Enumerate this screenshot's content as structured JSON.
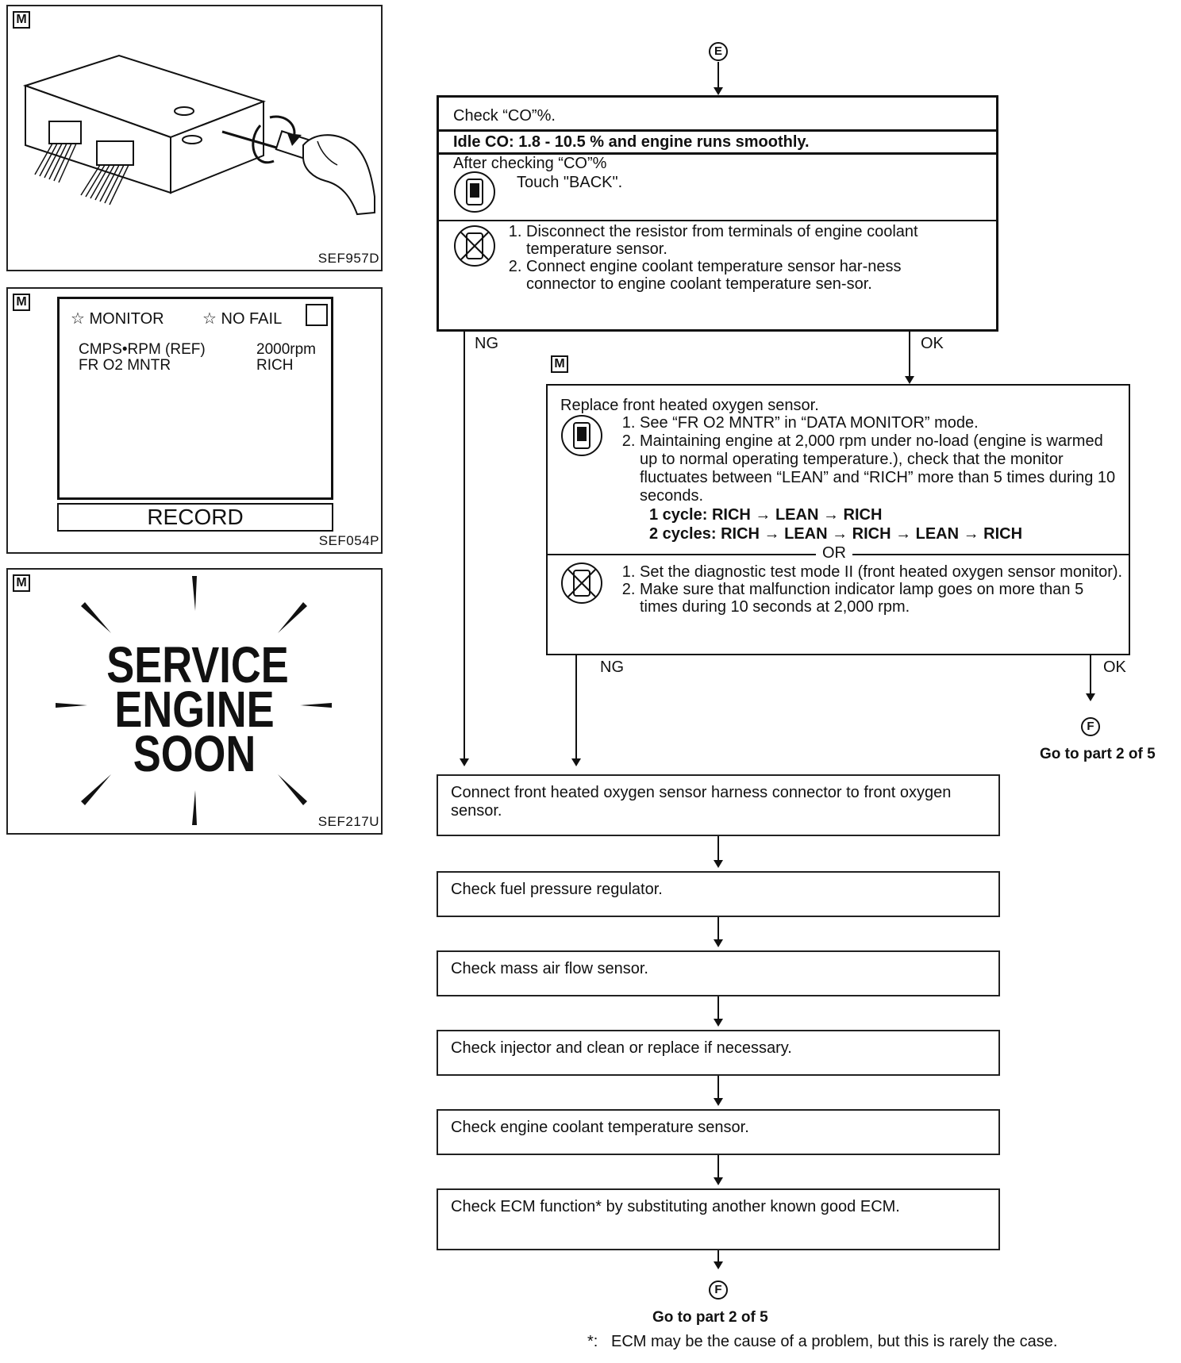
{
  "figures": {
    "fig1": {
      "badge": "M",
      "id": "SEF957D"
    },
    "fig2": {
      "badge": "M",
      "id": "SEF054P",
      "monitor_label": "MONITOR",
      "no_fail_label": "NO FAIL",
      "rows": [
        {
          "name": "CMPS•RPM (REF)",
          "value": "2000rpm"
        },
        {
          "name": "FR O2 MNTR",
          "value": "RICH"
        }
      ],
      "record_button": "RECORD"
    },
    "fig3": {
      "badge": "M",
      "id": "SEF217U",
      "lines": [
        "SERVICE",
        "ENGINE",
        "SOON"
      ]
    }
  },
  "flow": {
    "start_connector": "E",
    "step1": {
      "title": "Check “CO”%.",
      "spec": "Idle CO: 1.8 - 10.5 % and engine runs smoothly.",
      "after_check": "After checking “CO”%",
      "touch_back": "Touch \"BACK\".",
      "no_tool_steps": [
        "Disconnect the resistor from terminals of engine coolant temperature sensor.",
        "Connect engine coolant temperature sensor har-ness connector to engine coolant temperature sen-sor."
      ],
      "ng_label": "NG",
      "ok_label": "OK"
    },
    "step2": {
      "badge": "M",
      "title": "Replace front heated oxygen sensor.",
      "tool_steps": [
        "See “FR O2 MNTR” in “DATA MONITOR” mode.",
        "Maintaining engine at 2,000 rpm under no-load (engine is warmed up to normal operating temperature.), check that the monitor fluctuates between “LEAN” and “RICH” more than 5 times during 10 seconds."
      ],
      "cycle1": "1 cycle: RICH → LEAN → RICH",
      "cycle2": "2 cycles: RICH → LEAN → RICH → LEAN → RICH",
      "or_label": "OR",
      "no_tool_steps": [
        "Set the diagnostic test mode II (front heated oxygen sensor monitor).",
        "Make sure that malfunction indicator lamp goes on more than 5 times during 10 seconds at 2,000 rpm."
      ],
      "ng_label": "NG",
      "ok_label": "OK",
      "ok_connector": "F",
      "ok_goto": "Go to part 2 of 5"
    },
    "checks": [
      "Connect front heated oxygen sensor harness connector to front oxygen sensor.",
      "Check fuel pressure regulator.",
      "Check mass air flow sensor.",
      "Check injector and clean or replace if necessary.",
      "Check engine coolant temperature sensor.",
      "Check ECM function* by substituting another known good ECM."
    ],
    "end_connector": "F",
    "end_goto": "Go to part 2 of 5",
    "footnote_mark": "*:",
    "footnote": "ECM may be the cause of a problem, but this is rarely the case."
  }
}
